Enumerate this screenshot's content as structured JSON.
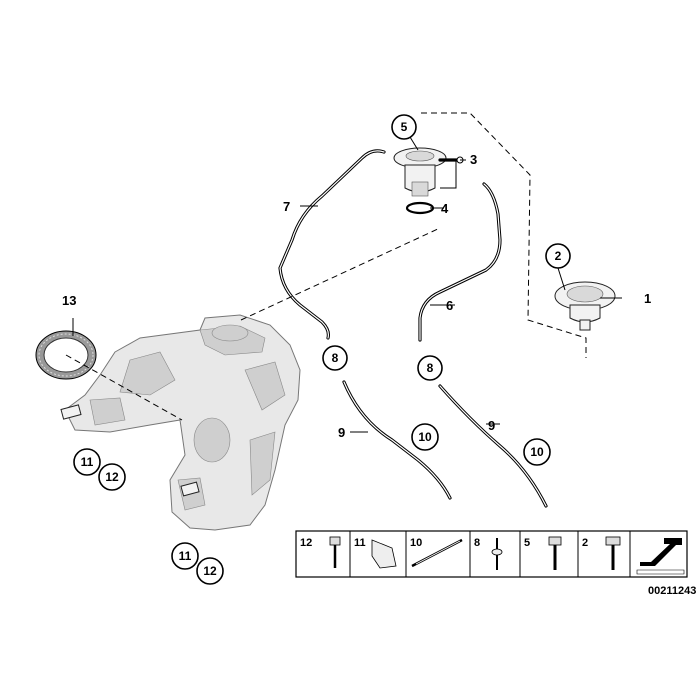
{
  "callouts": {
    "c1": "1",
    "c2": "2",
    "c3": "3",
    "c4": "4",
    "c5": "5",
    "c6": "6",
    "c7": "7",
    "c8a": "8",
    "c8b": "8",
    "c9a": "9",
    "c9b": "9",
    "c10a": "10",
    "c10b": "10",
    "c11a": "11",
    "c11b": "11",
    "c12a": "12",
    "c12b": "12",
    "c13": "13"
  },
  "legend": {
    "items": [
      "12",
      "11",
      "10",
      "8",
      "5",
      "2"
    ]
  },
  "diagram_code": "00211243",
  "colors": {
    "line": "#000000",
    "tank_fill": "#e8e8e8",
    "part_fill": "#f2f2f2"
  }
}
